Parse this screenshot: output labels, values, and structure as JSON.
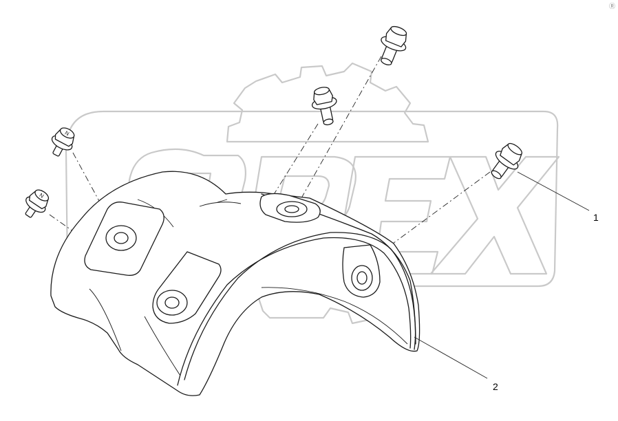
{
  "callouts": [
    {
      "label": "1"
    },
    {
      "label": "2"
    }
  ],
  "corner_mark": "Ⓡ",
  "watermark": {
    "text": "OPEX",
    "kind": "brand-logo-watermark",
    "color": "#c9c9c9"
  },
  "bolt_head_marking": "N",
  "colors": {
    "line": "#1a1a1a",
    "background": "#ffffff",
    "watermark": "#c9c9c9"
  }
}
